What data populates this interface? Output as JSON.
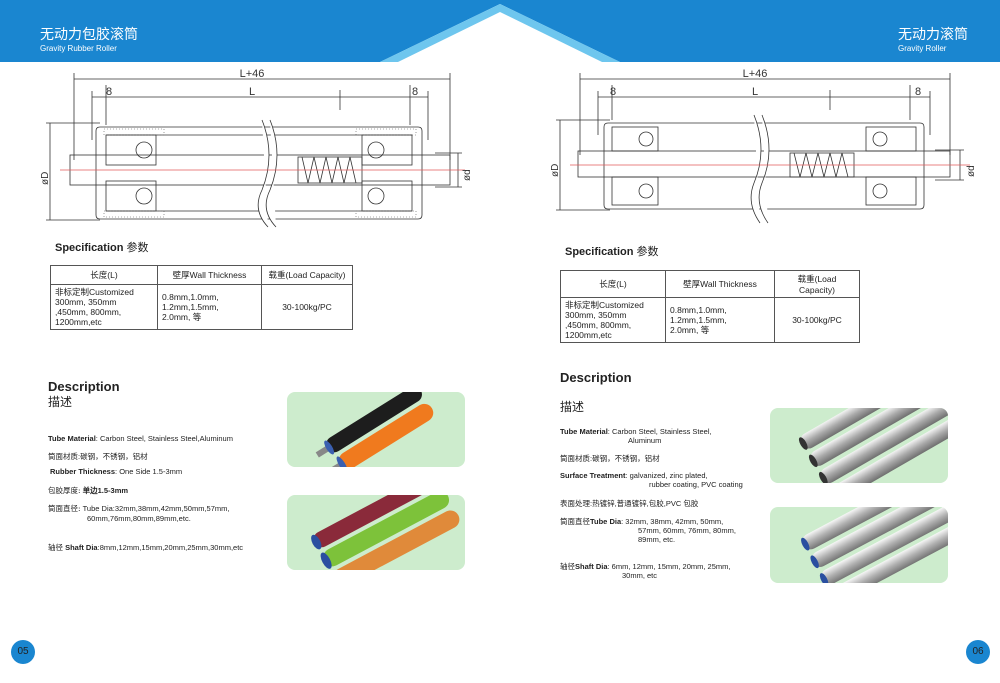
{
  "left": {
    "header": {
      "title": "无动力包胶滚筒",
      "subtitle": "Gravity Rubber Roller"
    },
    "drawing": {
      "dim_total": "L+46",
      "dim_l": "L",
      "dim_8a": "8",
      "dim_8b": "8",
      "dim_D": "øD",
      "dim_d": "ød"
    },
    "spec": {
      "title": "Specification",
      "title_cn": "参数",
      "headers": [
        "长度(L)",
        "壁厚Wall Thickness",
        "载重(Load Capacity)"
      ],
      "length": [
        "非标定制Customized",
        "300mm, 350mm",
        ",450mm, 800mm,",
        "1200mm,etc"
      ],
      "thickness": [
        "0.8mm,1.0mm,",
        "1.2mm,1.5mm,",
        "2.0mm, 等"
      ],
      "load": "30-100kg/PC"
    },
    "description": {
      "title": "Description",
      "title_cn": "描述",
      "tube_label": "Tube Material",
      "tube_value": ": Carbon Steel, Stainless Steel,Aluminum",
      "tube_cn": "筒面材质:碳钢，不锈钢，铝材",
      "rubber_label": "Rubber Thickness",
      "rubber_value": ": One Side 1.5-3mm",
      "rubber_cn_label": "包胶厚度:",
      "rubber_cn_value": "单边1.5-3mm",
      "dia_cn": "筒面直径:",
      "dia_label": "Tube Dia",
      "dia_line1": ":32mm,38mm,42mm,50mm,57mm,",
      "dia_line2": "60mm,76mm,80mm,89mm,etc.",
      "shaft_cn": "轴径",
      "shaft_label": "Shaft Dia",
      "shaft_value": ":8mm,12mm,15mm,20mm,25mm,30mm,etc"
    },
    "page_number": "05"
  },
  "right": {
    "header": {
      "title": "无动力滚筒",
      "subtitle": "Gravity Roller"
    },
    "drawing": {
      "dim_total": "L+46",
      "dim_l": "L",
      "dim_8a": "8",
      "dim_8b": "8",
      "dim_D": "øD",
      "dim_d": "ød"
    },
    "spec": {
      "title": "Specification",
      "title_cn": "参数",
      "headers": [
        "长度(L)",
        "壁厚Wall Thickness",
        "载重(Load Capacity)"
      ],
      "length": [
        "非标定制Customized",
        "300mm, 350mm",
        ",450mm, 800mm,",
        "1200mm,etc"
      ],
      "thickness": [
        "0.8mm,1.0mm,",
        "1.2mm,1.5mm,",
        "2.0mm, 等"
      ],
      "load": "30-100kg/PC"
    },
    "description": {
      "title": "Description",
      "title_cn": "描述",
      "tube_label": "Tube Material",
      "tube_value1": ": Carbon Steel,  Stainless Steel,",
      "tube_value2": "Aluminum",
      "tube_cn": "筒面材质:碳钢，不锈钢，铝材",
      "surface_label": "Surface Treatment",
      "surface_value1": ": galvanized, zinc plated,",
      "surface_value2": "rubber coating, PVC coating",
      "surface_cn": "表面处理:热镀锌,普通镀锌,包胶,PVC 包胶",
      "dia_cn": "筒面直径",
      "dia_label": "Tube Dia",
      "dia_line1": ": 32mm, 38mm, 42mm, 50mm,",
      "dia_line2": "57mm, 60mm, 76mm, 80mm,",
      "dia_line3": "89mm, etc.",
      "shaft_cn": "轴径",
      "shaft_label": "Shaft Dia",
      "shaft_value1": ": 6mm, 12mm, 15mm, 20mm, 25mm,",
      "shaft_value2": "30mm, etc"
    },
    "page_number": "06"
  },
  "colors": {
    "brand_blue": "#1a86d0",
    "light_blue": "#6ec6ee",
    "photo_bg": "#cdeccd",
    "centerline": "#e05a5a"
  }
}
